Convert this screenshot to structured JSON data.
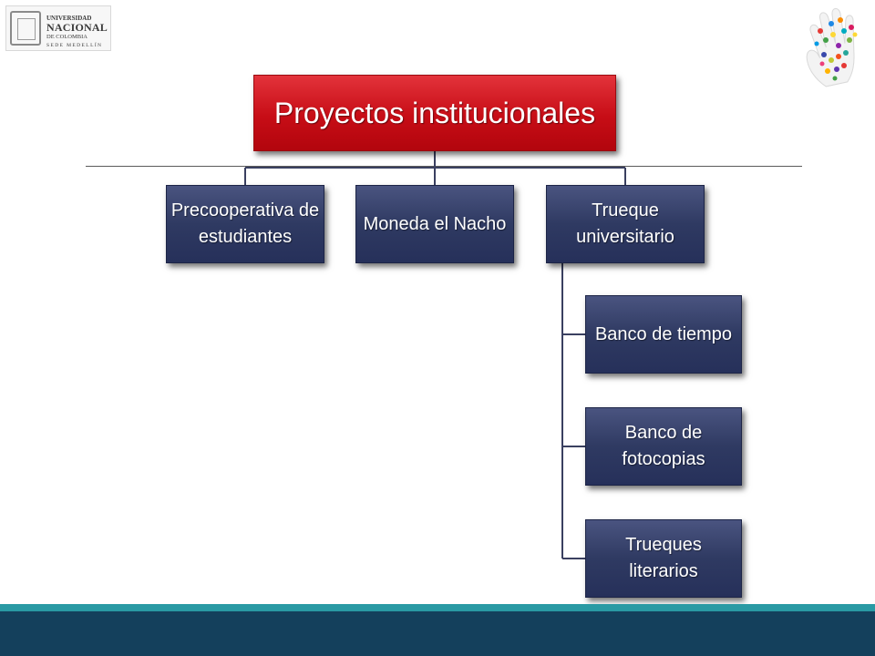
{
  "logo": {
    "line1": "UNIVERSIDAD",
    "line2": "NACIONAL",
    "line3": "DE COLOMBIA",
    "line4": "SEDE MEDELLÍN"
  },
  "diagram": {
    "root": "Proyectos institucionales",
    "children": [
      {
        "label": "Precooperativa de estudiantes"
      },
      {
        "label": "Moneda el Nacho"
      },
      {
        "label": "Trueque universitario",
        "children": [
          {
            "label": "Banco de tiempo"
          },
          {
            "label": "Banco de fotocopias"
          },
          {
            "label": "Trueques literarios"
          }
        ]
      }
    ]
  },
  "colors": {
    "root_fill": "#c70d16",
    "node_fill": "#2f3a62",
    "band_light": "#2a9aa4",
    "band_dark": "#14405c"
  },
  "icons": [
    "university-logo",
    "colorful-hand-icon"
  ]
}
